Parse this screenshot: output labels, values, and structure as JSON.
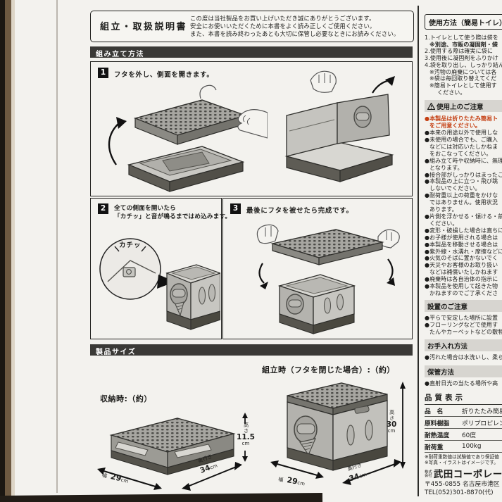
{
  "page": {
    "title": "組立・取扱説明書",
    "intro_lines": [
      "この度は当社製品をお買い上げいただき誠にありがとうございます。",
      "安全にお使いいただくために本書をよく読み正しくご使用ください。",
      "また、本書を読み終わったあとも大切に保管し必要なときにお読みください。"
    ]
  },
  "assembly": {
    "section_title": "組み立て方法",
    "steps": [
      {
        "num": "1",
        "text": "フタを外し、側面を開きます。"
      },
      {
        "num": "2",
        "text_line1": "全ての側面を開いたら",
        "text_line2": "「カチッ」と音が鳴るまではめ込みます。",
        "bubble": "カチッ"
      },
      {
        "num": "3",
        "text": "最後にフタを被せたら完成です。"
      }
    ]
  },
  "size": {
    "section_title": "製品サイズ",
    "stored_label": "収納時:（約）",
    "assembled_label": "組立時（フタを閉じた場合）:（約）",
    "stored": {
      "width_prefix": "幅",
      "width_value": "29",
      "depth_prefix": "奥行き",
      "depth_value": "34",
      "height_prefix": "高さ",
      "height_value": "11.5",
      "unit": "cm"
    },
    "assembled": {
      "width_prefix": "幅",
      "width_value": "29",
      "depth_prefix": "奥行き",
      "depth_value": "34",
      "height_prefix": "高さ",
      "height_value": "30",
      "unit": "cm"
    }
  },
  "usage": {
    "title": "使用方法（簡易トイレ）",
    "lines": [
      "1.トイレとして使う際は袋を",
      "※別途、市販の凝固剤・袋",
      "2.使用する際は確実に袋に",
      "3.使用後に凝固剤をふりかけ",
      "4.袋を取り出し、しっかり結ん",
      "※汚物の廃棄については各",
      "※袋は毎回取り替えてくだ",
      "※簡易トイレとして使用す",
      "ください。"
    ],
    "caution_title": "使用上のご注意",
    "caution_lines": [
      "●本製品は折りたたみ簡易ト",
      "をご用意ください。",
      "●本来の用途以外で使用しな",
      "●未使用の場合でも、ご購入",
      "などには対応いたしかねま",
      "をおこなってください。",
      "●組み立て時や収納時に、無理",
      "となります。",
      "●接合部がしっかりはまったこ",
      "●本製品の上に立つ・飛び跳",
      "しないでください。",
      "●耐荷重以上の荷重をかけな",
      "ではありません。使用状況",
      "あります。",
      "●片側を浮かせる・傾ける・前",
      "ください。",
      "●変形・破損した場合は直ちに",
      "●お子様が使用される場合は",
      "●本製品を移動させる場合は",
      "●紫外線・水濡れ・摩擦などに",
      "●火気のそばに置かないでく",
      "●天災やお客様のお取り扱い",
      "などは補償いたしかねます",
      "●廃棄時は各自治体の指示に",
      "●本製品を使用して起きた物",
      "かねますのでご了承くださ"
    ],
    "setup_title": "設置のご注意",
    "setup_lines": [
      "●平らで安定した場所に設置",
      "●フローリングなどで使用す",
      "たんやカーペットなどの敷物"
    ],
    "care_title": "お手入れ方法",
    "care_lines": [
      "●汚れた場合は水洗いし、柔ら"
    ],
    "storage_title": "保管方法",
    "storage_lines": [
      "●直射日光の当たる場所や高"
    ]
  },
  "quality": {
    "title": "品質表示",
    "rows": [
      {
        "label": "品　名",
        "value": "折りたたみ簡易"
      },
      {
        "label": "原料樹脂",
        "value": "ポリプロピレン"
      },
      {
        "label": "耐熱温度",
        "value": "60度"
      },
      {
        "label": "耐荷重",
        "value": "100kg"
      }
    ],
    "notes": [
      "※耐荷重数値は試験値であり保証値",
      "※写真・イラストはイメージです。"
    ],
    "company_prefix_1": "株式",
    "company_prefix_2": "会社",
    "company_name": "武田コーポレー",
    "address": "〒455-0855 名古屋市港区",
    "tel": "TEL(052)301-8870(代)"
  },
  "colors": {
    "accent_red": "#c43d10",
    "bar_dark": "#3a3936",
    "bar_gray": "#d7d5d0"
  }
}
